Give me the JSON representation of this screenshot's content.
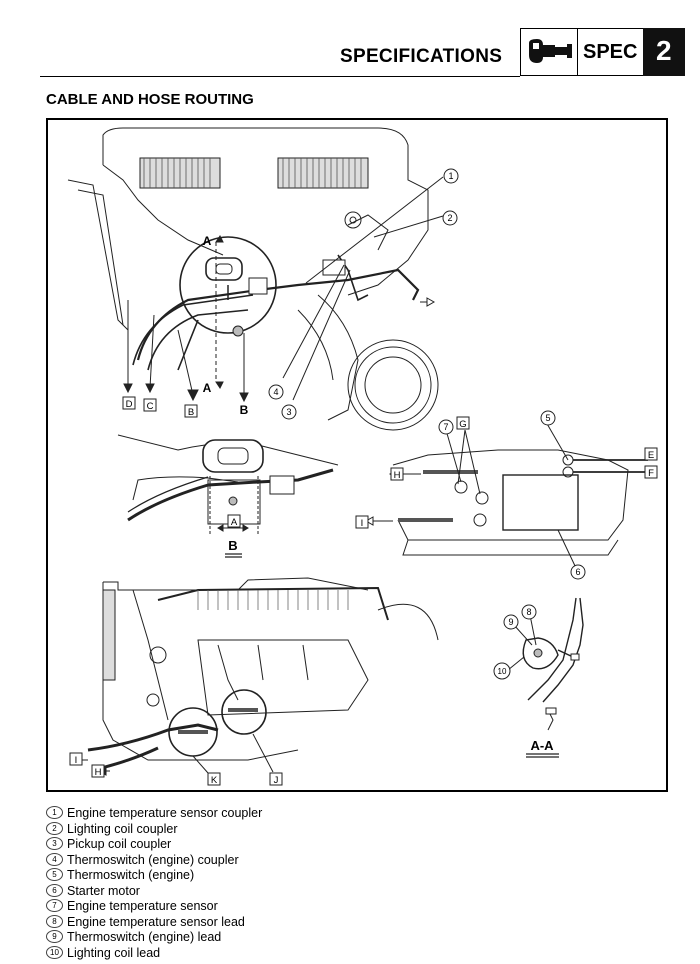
{
  "header": {
    "title": "SPECIFICATIONS",
    "badge_label": "SPEC",
    "chapter": "2"
  },
  "section_title": "CABLE AND HOSE ROUTING",
  "figure": {
    "callouts": [
      "1",
      "2",
      "3",
      "4",
      "5",
      "6",
      "7",
      "8",
      "9",
      "10"
    ],
    "letters": {
      "A": "A",
      "B": "B",
      "C": "C",
      "D": "D",
      "E": "E",
      "F": "F",
      "G": "G",
      "H": "H",
      "I": "I",
      "J": "J",
      "K": "K"
    },
    "section_label": "A-A",
    "view_label": "B"
  },
  "legend": [
    {
      "num": "1",
      "text": "Engine temperature sensor coupler"
    },
    {
      "num": "2",
      "text": "Lighting coil coupler"
    },
    {
      "num": "3",
      "text": "Pickup coil coupler"
    },
    {
      "num": "4",
      "text": "Thermoswitch (engine) coupler"
    },
    {
      "num": "5",
      "text": "Thermoswitch (engine)"
    },
    {
      "num": "6",
      "text": "Starter motor"
    },
    {
      "num": "7",
      "text": "Engine temperature sensor"
    },
    {
      "num": "8",
      "text": "Engine temperature sensor lead"
    },
    {
      "num": "9",
      "text": "Thermoswitch (engine) lead"
    },
    {
      "num": "10",
      "text": "Lighting coil lead"
    }
  ]
}
